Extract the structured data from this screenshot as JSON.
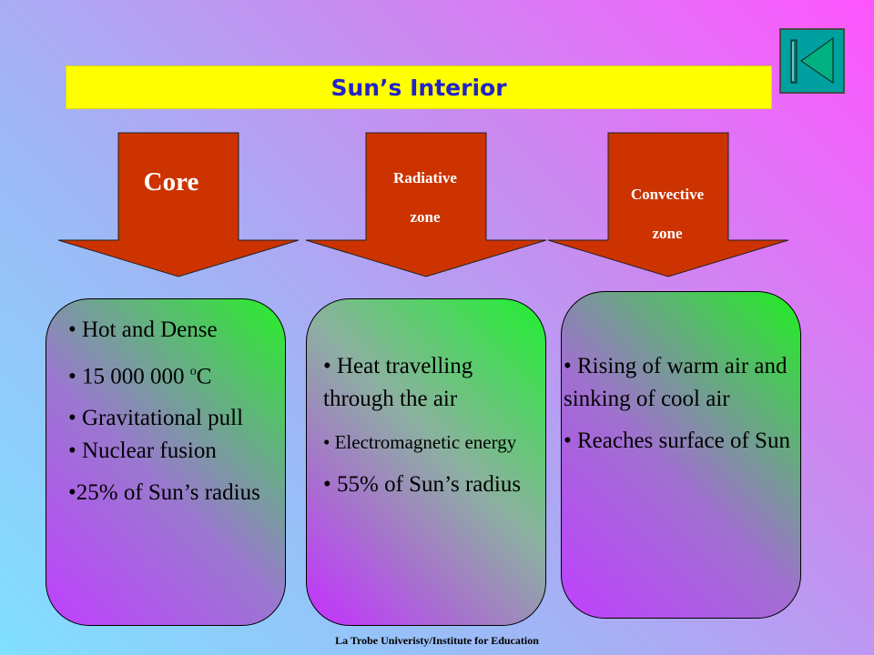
{
  "title": "Sun’s Interior",
  "colors": {
    "title_bg": "#ffff00",
    "title_text": "#2323c8",
    "arrow_fill": "#cc3300",
    "nav_button": "#00a0a0"
  },
  "nav": {
    "icon": "skip-to-start-icon"
  },
  "zones": [
    {
      "label": "Core",
      "label_lines": [
        "Core"
      ]
    },
    {
      "label": "Radiative zone",
      "label_lines": [
        "Radiative",
        "zone"
      ]
    },
    {
      "label": "Convective zone",
      "label_lines": [
        "Convective",
        "zone"
      ]
    }
  ],
  "boxes": [
    {
      "items": [
        "• Hot and Dense",
        "• 15 000 000 ",
        "• Gravitational pull",
        "• Nuclear fusion",
        "•25% of Sun’s radius"
      ],
      "temp_unit_sup": "o",
      "temp_unit": "C"
    },
    {
      "items": [
        "• Heat travelling through the air",
        "• Electromagnetic energy",
        "• 55% of Sun’s radius"
      ]
    },
    {
      "items": [
        "• Rising of warm air and sinking of cool air",
        "• Reaches surface of Sun"
      ]
    }
  ],
  "footer": "La Trobe Univeristy/Institute for Education"
}
